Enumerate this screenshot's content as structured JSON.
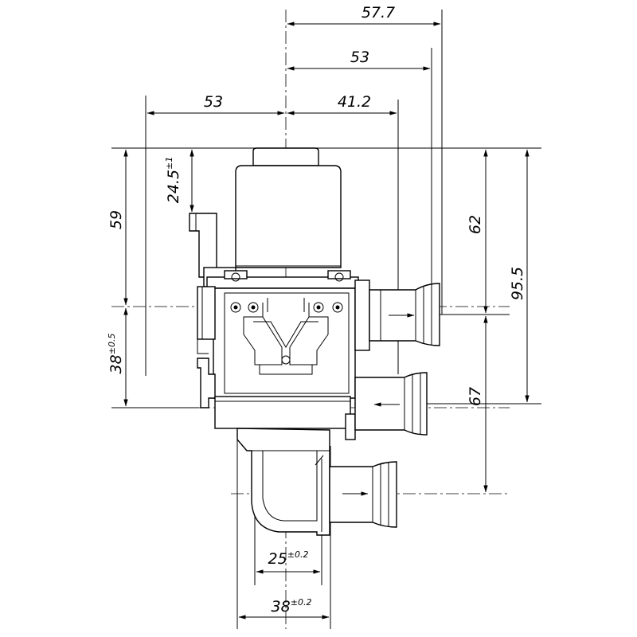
{
  "dimensions": {
    "top_overall": "57.7",
    "top_to_inlet_b": "53",
    "top_to_inlet_c": "41.2",
    "left_to_connector": "53",
    "left_height": "59",
    "actuator_height": "24.5",
    "actuator_height_tol": "±1",
    "port_spacing": "38",
    "port_spacing_tol": "±0.5",
    "right_upper": "62",
    "right_overall": "95.5",
    "right_lower": "67",
    "bottom_inner": "25",
    "bottom_inner_tol": "±0.2",
    "bottom_outer": "38",
    "bottom_outer_tol": "±0.2"
  }
}
